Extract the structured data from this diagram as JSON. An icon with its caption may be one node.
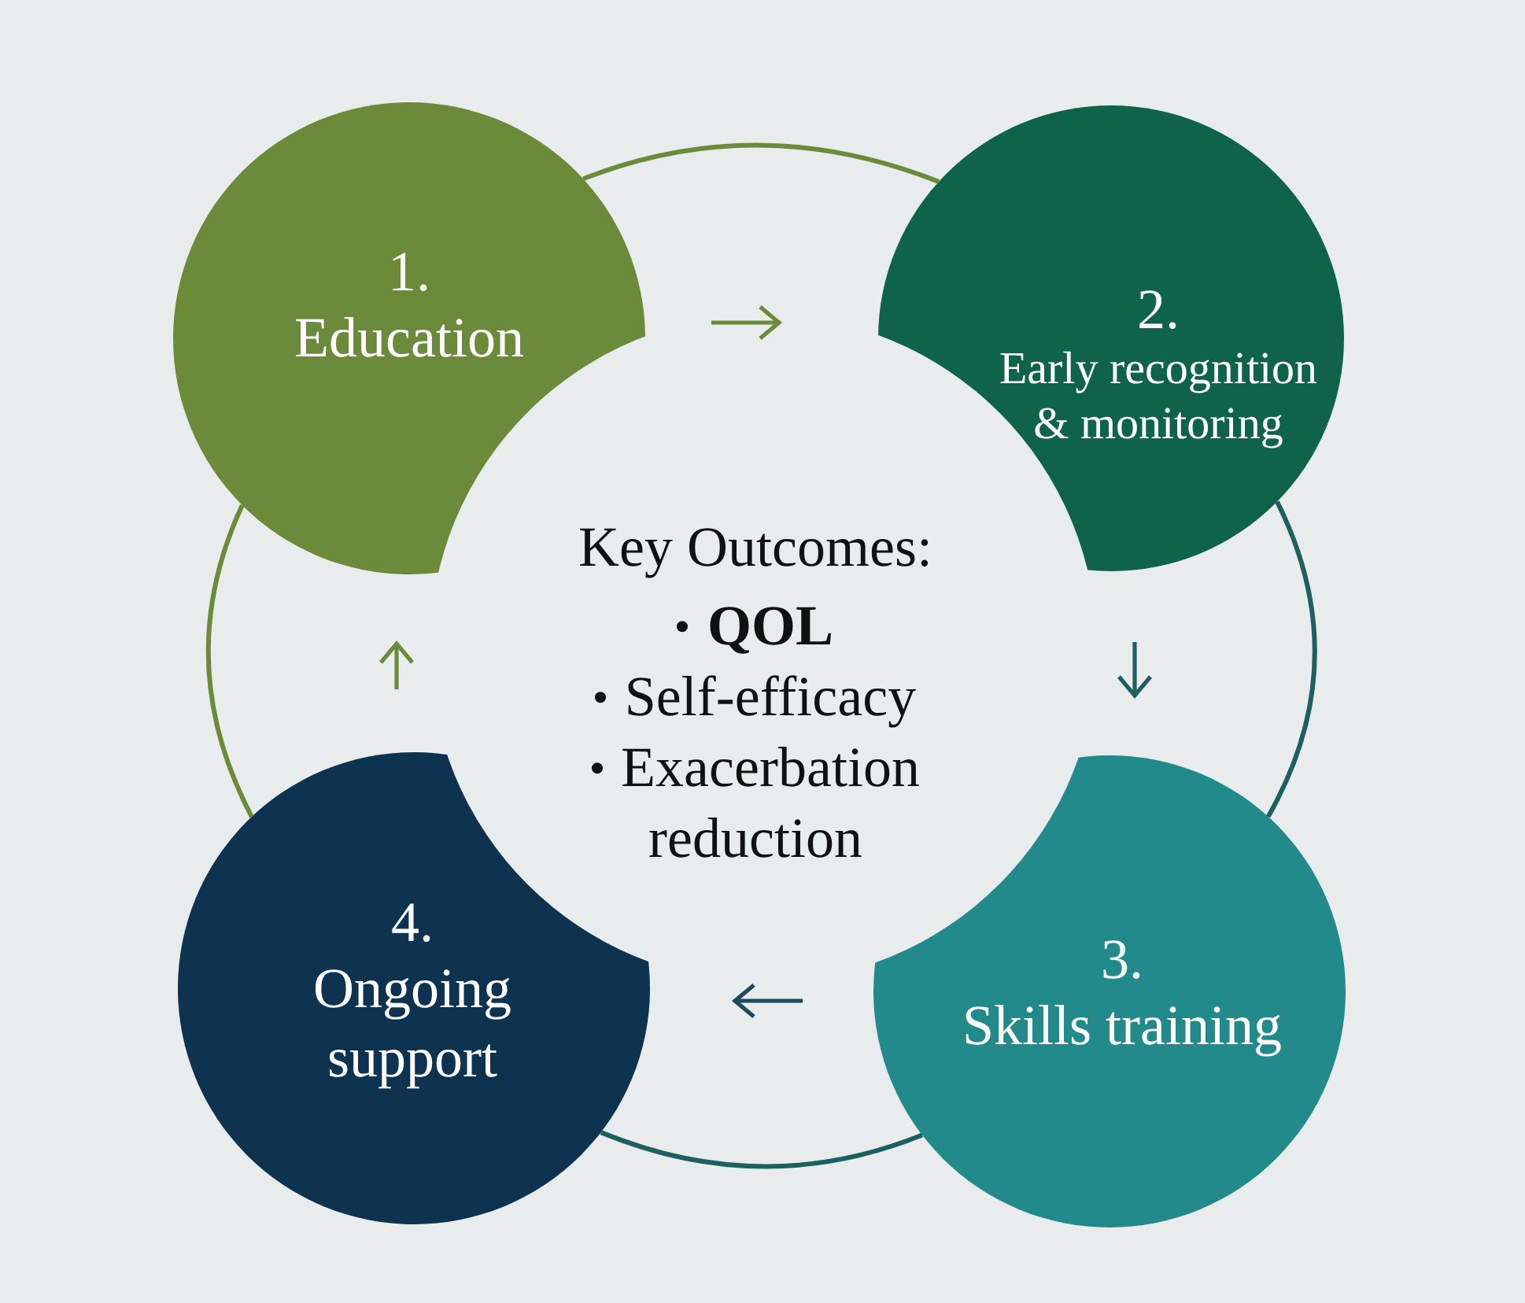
{
  "diagram": {
    "nodes": [
      {
        "text": [
          "1.",
          "Education"
        ]
      },
      {
        "text": [
          "2.",
          "Early recognition & monitoring"
        ]
      },
      {
        "text": [
          "3.",
          "Skills training"
        ]
      },
      {
        "text": [
          "4.",
          "Ongoing support"
        ]
      },
      {
        "text": [
          "Key Outcomes:",
          "QOL",
          "Self-efficacy",
          "Exacerbation reduction"
        ]
      }
    ],
    "edges": [
      {
        "from": 0,
        "to": 1,
        "arrow": "none",
        "color": "#6b8a3a"
      },
      {
        "from": 1,
        "to": 2,
        "arrow": "none",
        "color": "#1e5f60"
      },
      {
        "from": 2,
        "to": 3,
        "arrow": "none",
        "color": "#1e5f60"
      },
      {
        "from": 3,
        "to": 0,
        "arrow": "none",
        "color": "#6b8a3a"
      }
    ]
  }
}
